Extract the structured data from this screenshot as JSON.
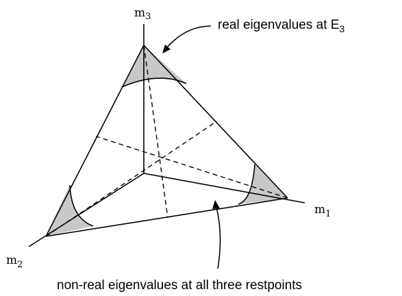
{
  "axes": {
    "m1": {
      "base": "m",
      "sub": "1"
    },
    "m2": {
      "base": "m",
      "sub": "2"
    },
    "m3": {
      "base": "m",
      "sub": "3"
    }
  },
  "annotations": {
    "top": {
      "text": "real eigenvalues at E",
      "sub": "3"
    },
    "bottom": {
      "text": "non-real eigenvalues at all three restpoints"
    }
  },
  "colors": {
    "shaded_region": "#c8c8c8",
    "lines": "#000000"
  }
}
